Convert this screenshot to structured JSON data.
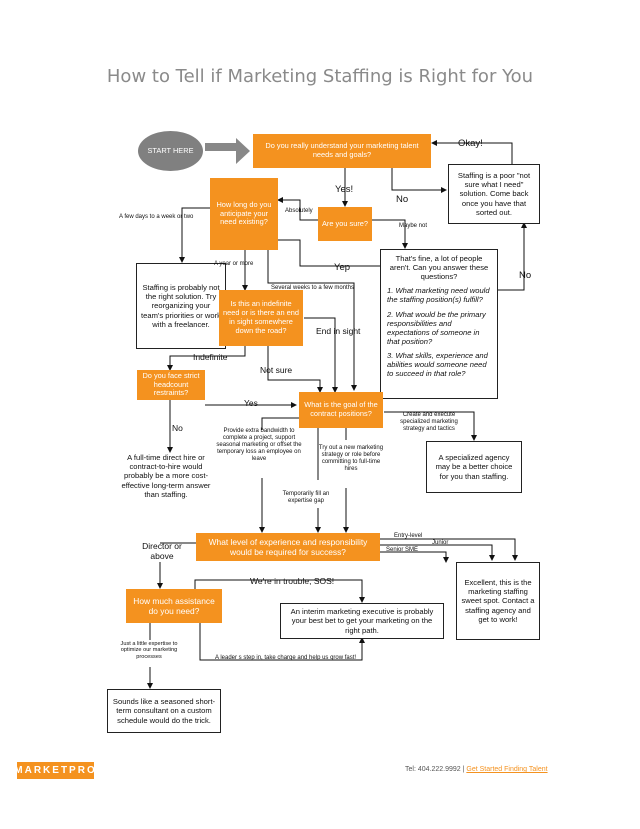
{
  "title": "How to Tell if Marketing Staffing is Right for You",
  "start": "START HERE",
  "nodes": {
    "q_understand": "Do you really understand your marketing talent needs and goals?",
    "staffing_poor": "Staffing is a poor \"not sure what I need\" solution. Come back once you have that sorted out.",
    "q_how_long": "How long do you anticipate your need existing?",
    "q_are_you_sure": "Are you sure?",
    "not_right": "Staffing is probably not the right solution. Try reorganizing your team's priorities or work with a freelancer.",
    "questions_intro": "That's fine, a lot of people aren't. Can you answer these questions?",
    "question_1": "1. What marketing need would the staffing position(s) fulfill?",
    "question_2": "2. What would be the primary responsibilities and expectations of someone in that position?",
    "question_3": "3. What skills, experience and abilities would someone need to succeed in that role?",
    "q_indefinite": "Is this an indefinite need or is there an end in sight somewhere down the road?",
    "q_headcount": "Do you face strict headcount restraints?",
    "q_goal": "What is the goal of the contract positions?",
    "full_time": "A full-time direct hire or contract-to-hire would probably be a more cost-effective long-term answer than staffing.",
    "specialized_agency": "A specialized agency may be a better choice for you than staffing.",
    "q_experience": "What level of experience and responsibility would be required for success?",
    "sweet_spot": "Excellent, this is the marketing staffing sweet spot. Contact a staffing agency and get to work!",
    "q_assistance": "How much assistance do you need?",
    "interim_exec": "An interim marketing executive is probably your best bet to get your marketing on the right path.",
    "consultant": "Sounds like a seasoned short-term consultant on a custom schedule would do the trick."
  },
  "labels": {
    "okay": "Okay!",
    "yes_big": "Yes!",
    "no_1": "No",
    "absolutely": "Absolutely",
    "maybe_not": "Maybe not",
    "few_days": "A few days to a week or two",
    "year_or_more": "A year or more",
    "several_weeks": "Several weeks to a few months",
    "yep": "Yep",
    "no_2": "No",
    "end_in_sight": "End in sight",
    "indefinite": "Indefinite",
    "not_sure": "Not sure",
    "yes": "Yes",
    "no_3": "No",
    "provide_extra": "Provide extra bandwidth to complete a project, support seasonal marketing or offset the temporary loss an employee on leave",
    "create_execute": "Create and execute specialized marketing strategy and tactics",
    "try_out": "Try out a new marketing strategy or role before committing to full-time hires",
    "temporarily_fill": "Temporarily fill an expertise gap",
    "entry_level": "Entry-level",
    "junior": "Junior",
    "senior_sme": "Senior SME",
    "director": "Director or above",
    "sos": "We're in trouble, SOS!",
    "little_expertise": "Just a little expertise to optimize our marketing processes",
    "leader_step_in": "A leader s step in, take charge and help us grow fast!"
  },
  "footer": {
    "logo": "MARKETPRO",
    "tel": "Tel: 404.222.9992 | ",
    "link": "Get Started Finding Talent"
  },
  "colors": {
    "accent": "#f4921f",
    "start": "#808080",
    "title": "#8a8a8a"
  }
}
